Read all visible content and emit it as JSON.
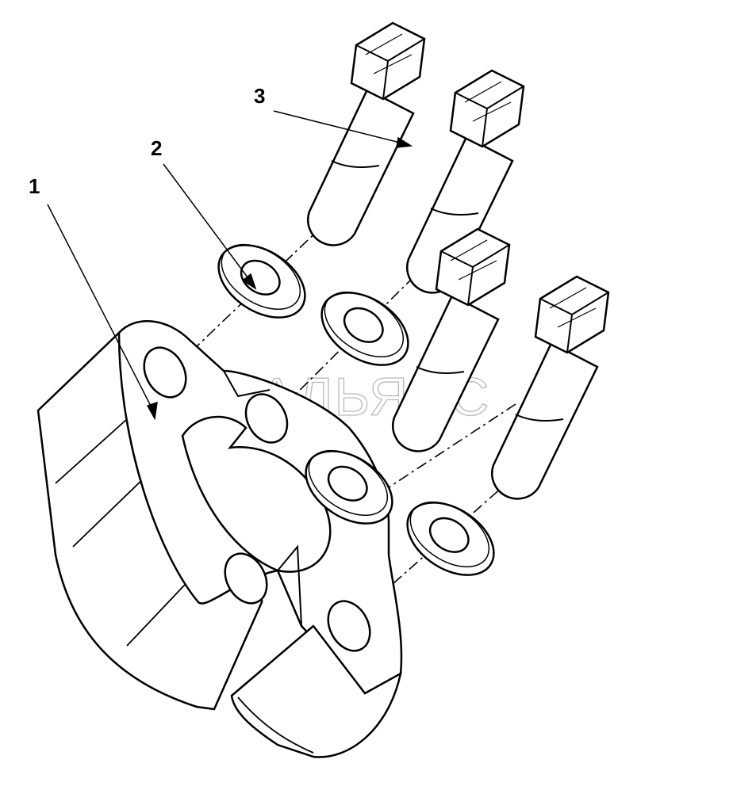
{
  "labels": {
    "flange": "1",
    "washer": "2",
    "bolt": "3"
  },
  "watermark": "АВТОАЛЬЯНС",
  "colors": {
    "line": "#000000",
    "background": "#ffffff",
    "watermark": "#b8b8b8"
  }
}
